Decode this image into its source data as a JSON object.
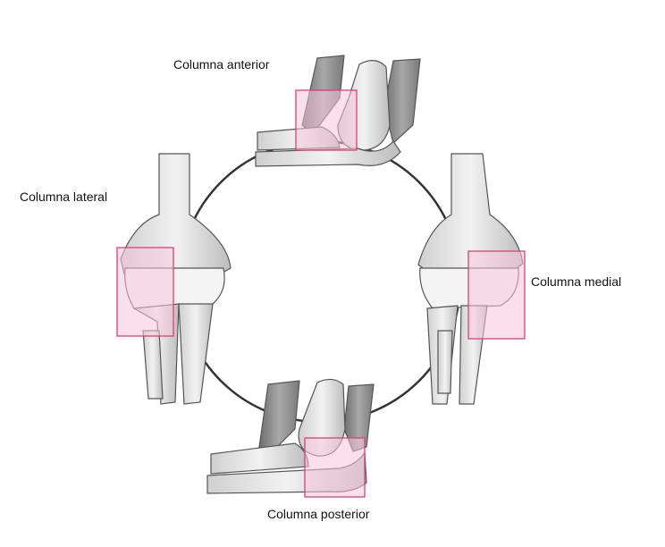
{
  "labels": {
    "anterior": "Columna anterior",
    "lateral": "Columna lateral",
    "medial": "Columna medial",
    "posterior": "Columna posterior"
  },
  "colors": {
    "highlight_fill": "#f7c6dc",
    "highlight_stroke": "#d8407a",
    "bone": "#e4e4e4",
    "muscle": "#8a8a8a",
    "outline": "#444444"
  }
}
